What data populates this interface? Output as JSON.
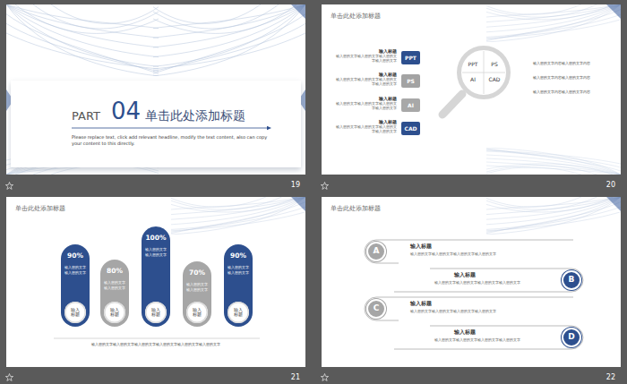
{
  "diagram": {
    "nodes": [
      {
        "text": [
          "19"
        ]
      },
      {
        "text": [
          "PART",
          "04",
          "单击此处添加标题",
          "Please replace text, click add relevant headline, modify the text content, also can copy your content to this directly."
        ],
        "in": 0
      },
      {
        "text": [
          "单击此处添加标题",
          "20"
        ]
      },
      {
        "text": [
          "PPT"
        ],
        "in": 2
      },
      {
        "text": [
          "PS"
        ],
        "in": 2
      },
      {
        "text": [
          "AI"
        ],
        "in": 2
      },
      {
        "text": [
          "CAD"
        ],
        "in": 2
      },
      {
        "text": [
          "PPT",
          "PS",
          "AI",
          "CAD"
        ],
        "in": 2
      },
      {
        "text": [
          "单击此处添加标题",
          "21"
        ]
      },
      {
        "text": [
          "90%",
          "输入您的文字输入您的文字"
        ],
        "in": 8
      },
      {
        "text": [
          "输入标题"
        ],
        "in": 9
      },
      {
        "text": [
          "80%",
          "输入您的文字输入您的文字"
        ],
        "in": 8
      },
      {
        "text": [
          "输入标题"
        ],
        "in": 11
      },
      {
        "text": [
          "100%",
          "输入您的文字输入您的文字"
        ],
        "in": 8
      },
      {
        "text": [
          "输入标题"
        ],
        "in": 13
      },
      {
        "text": [
          "70%",
          "输入您的文字输入您的文字"
        ],
        "in": 8
      },
      {
        "text": [
          "输入标题"
        ],
        "in": 15
      },
      {
        "text": [
          "90%",
          "输入您的文字输入您的文字"
        ],
        "in": 8
      },
      {
        "text": [
          "输入标题"
        ],
        "in": 17
      },
      {
        "text": [
          "单击此处添加标题",
          "22"
        ]
      },
      {
        "text": [
          "A"
        ],
        "in": 19
      },
      {
        "text": [
          "B"
        ],
        "in": 19
      },
      {
        "text": [
          "C"
        ],
        "in": 19
      },
      {
        "text": [
          "D"
        ],
        "in": 19
      }
    ],
    "labels": [
      "输入标题",
      "输入您的文字输入您的文字输入您的文字输入您的文字",
      "输入标题",
      "输入您的文字输入您的文字输入您的文字输入您的文字",
      "输入标题",
      "输入您的文字输入您的文字输入您的文字输入您的文字",
      "输入标题",
      "输入您的文字输入您的文字输入您的文字输入您的文字",
      "输入您的文字内容输入您的文字内容",
      "输入您的文字内容输入您的文字内容",
      "输入您的文字内容输入您的文字内容",
      "输入您的文字输入您的文字输入您的文字输入您的文字输入您的文字输入您的文字",
      "输入标题",
      "输入您的文字输入您的文字输入您的文字输入您的文字",
      "输入标题",
      "输入您的文字输入您的文字输入您的文字输入您的文字",
      "输入标题",
      "输入您的文字输入您的文字输入您的文字输入您的文字",
      "输入标题",
      "输入您的文字输入您的文字输入您的文字输入您的文字"
    ]
  }
}
